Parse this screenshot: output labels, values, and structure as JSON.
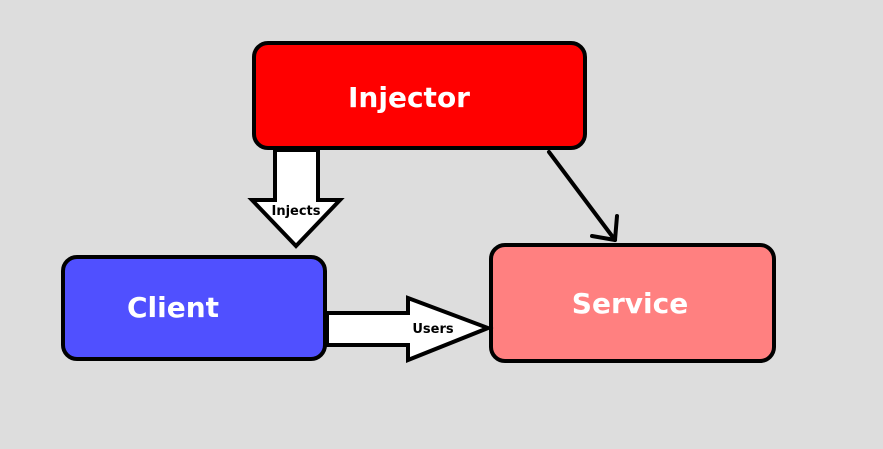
{
  "nodes": {
    "injector": {
      "label": "Injector",
      "color": "#ff0000"
    },
    "client": {
      "label": "Client",
      "color": "#5050ff"
    },
    "service": {
      "label": "Service",
      "color": "#ff8080"
    }
  },
  "edges": {
    "injects": {
      "label": "Injects",
      "from": "Injector",
      "to": "Client"
    },
    "uses": {
      "label": "Users",
      "from": "Client",
      "to": "Service"
    },
    "injector_to_service": {
      "label": "",
      "from": "Injector",
      "to": "Service"
    }
  },
  "colors": {
    "background": "#dddddd",
    "stroke": "#000000",
    "arrow_fill": "#ffffff",
    "label_text": "#ffffff"
  }
}
